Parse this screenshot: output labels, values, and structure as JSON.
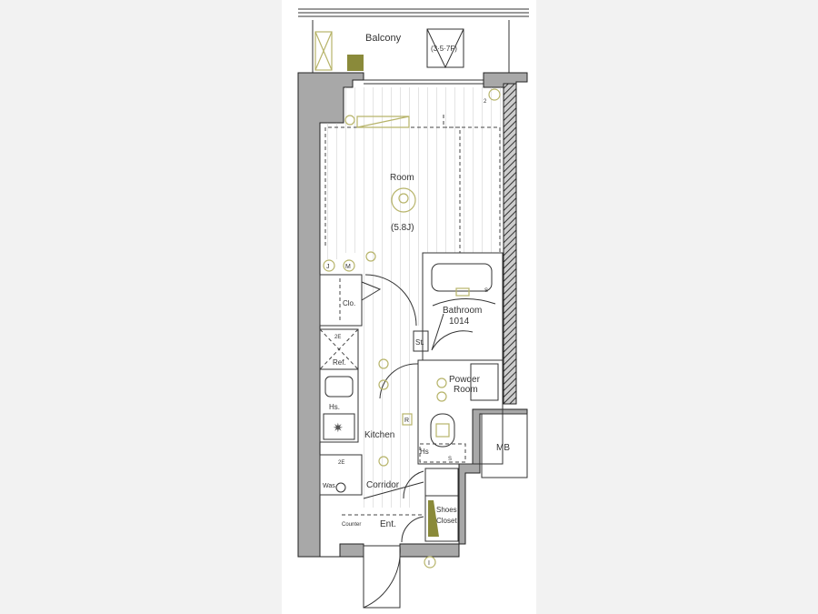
{
  "plan": {
    "balcony": "Balcony",
    "balcony_note": "(3·5·7F)",
    "room": "Room",
    "room_size": "(5.8J)",
    "closet": "Clo.",
    "bathroom": "Bathroom",
    "bathroom_size": "1014",
    "storage": "St.",
    "refrigerator": "Ref.",
    "hs_kitchen": "Hs.",
    "powder_room_line1": "Powder",
    "powder_room_line2": "Room",
    "kitchen": "Kitchen",
    "r_mark": "R",
    "meter_box": "MB",
    "hs_toilet": "Hs",
    "s_toilet": "S",
    "s_bath": "S",
    "outlet_2e_ref": "2E",
    "outlet_2e_was": "2E",
    "washer": "Was.",
    "corridor": "Corridor",
    "shoes_closet_line1": "Shoes",
    "shoes_closet_line2": "Closet",
    "counter": "Counter",
    "entrance": "Ent.",
    "outlet_2": "2",
    "intercom": "I",
    "m_mark": "M",
    "j_mark": "J"
  }
}
